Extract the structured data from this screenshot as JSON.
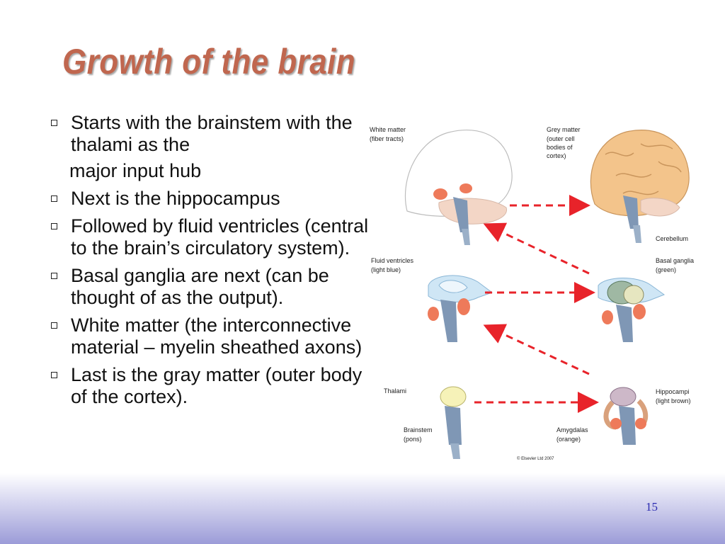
{
  "slide": {
    "title": "Growth of the brain",
    "page_number": "15"
  },
  "bullets": [
    {
      "text": "Starts with the brainstem with the thalami as the",
      "marker": true
    },
    {
      "text": "major input hub",
      "marker": false
    },
    {
      "text": "Next is the hippocampus",
      "marker": true
    },
    {
      "text": "Followed by fluid ventricles (central to the brain’s circulatory system).",
      "marker": true
    },
    {
      "text": "Basal ganglia are next (can be thought of as the output).",
      "marker": true
    },
    {
      "text": "White matter (the interconnective material – myelin sheathed axons)",
      "marker": true
    },
    {
      "text": "Last is the gray matter (outer body of the cortex).",
      "marker": true
    }
  ],
  "figure": {
    "labels": {
      "white_matter_1": "White matter",
      "white_matter_2": "(fiber tracts)",
      "grey_matter_1": "Grey matter",
      "grey_matter_2": "(outer cell",
      "grey_matter_3": "bodies of",
      "grey_matter_4": "cortex)",
      "cerebellum": "Cerebellum",
      "fluid_1": "Fluid ventricles",
      "fluid_2": "(light blue)",
      "basal_1": "Basal ganglia",
      "basal_2": "(green)",
      "thalami": "Thalami",
      "brainstem_1": "Brainstem",
      "brainstem_2": "(pons)",
      "amygdalas_1": "Amygdalas",
      "amygdalas_2": "(orange)",
      "hippocampi_1": "Hippocampi",
      "hippocampi_2": "(light brown)",
      "copyright": "© Elsevier Ltd 2007"
    },
    "colors": {
      "arrow": "#e8232a",
      "grey_matter": "#f3c48b",
      "ventricles": "#cfe6f5",
      "brainstem": "#7f97b5",
      "amygdala": "#ee7a5a",
      "thalamus": "#f6f2b8",
      "basal_ganglia": "#9fb8a3"
    }
  }
}
